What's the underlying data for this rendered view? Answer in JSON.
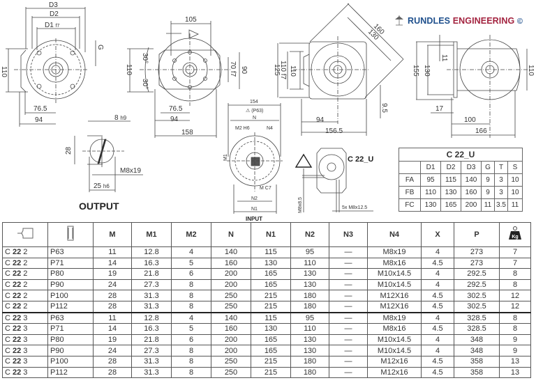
{
  "brand": {
    "icon": "carousel-icon",
    "name_part1": "RUNDLES",
    "name_part2": "ENGINEERING",
    "copyright": "©",
    "colors": {
      "blue": "#1e4f8c",
      "red": "#a3233f"
    }
  },
  "drawings": {
    "view1": {
      "labels": [
        "D3",
        "D2",
        "D1 f7",
        "G",
        "110",
        "76.5",
        "94"
      ]
    },
    "view2": {
      "labels": [
        "105",
        "30°",
        "30°",
        "110",
        "70 f7",
        "90",
        "76.5",
        "94",
        "158"
      ]
    },
    "view3": {
      "labels": [
        "160",
        "130",
        "125",
        "110 f7",
        "110",
        "9.5",
        "94",
        "156.5"
      ]
    },
    "view4": {
      "labels": [
        "11",
        "155",
        "130",
        "110",
        "17",
        "100",
        "166"
      ]
    },
    "output": {
      "title": "OUTPUT",
      "labels": [
        "8 h9",
        "28",
        "M8x19",
        "25 h6"
      ]
    },
    "input": {
      "title": "INPUT",
      "labels": [
        "154",
        "(P63)",
        "N",
        "M2 H6",
        "N4",
        "M1",
        "M C7",
        "N2",
        "N1"
      ]
    },
    "c22u_view": {
      "title": "C 22_U",
      "labels": [
        "M8x8.5",
        "5x M8x12.5"
      ],
      "warning_icon": "warning-triangle-icon"
    }
  },
  "flange_table": {
    "title": "C 22_U",
    "headers": [
      "",
      "D1",
      "D2",
      "D3",
      "G",
      "T",
      "S"
    ],
    "rows": [
      [
        "FA",
        "95",
        "115",
        "140",
        "9",
        "3",
        "10"
      ],
      [
        "FB",
        "110",
        "130",
        "160",
        "9",
        "3",
        "10"
      ],
      [
        "FC",
        "130",
        "165",
        "200",
        "11",
        "3.5",
        "11"
      ]
    ]
  },
  "main_table": {
    "header_icons": [
      "gearbox-icon",
      "flange-icon"
    ],
    "headers": [
      "M",
      "M1",
      "M2",
      "N",
      "N1",
      "N2",
      "N3",
      "N4",
      "X",
      "P"
    ],
    "weight_icon": "weight-kg-icon",
    "weight_label": "Kg",
    "rows": [
      {
        "code_prefix": "C ",
        "code_bold": "22",
        "code_suffix": " 2",
        "motor": "P63",
        "M": "11",
        "M1": "12.8",
        "M2": "4",
        "N": "140",
        "N1": "115",
        "N2": "95",
        "N3": "—",
        "N4": "M8x19",
        "X": "4",
        "P": "273",
        "kg": "7"
      },
      {
        "code_prefix": "C ",
        "code_bold": "22",
        "code_suffix": " 2",
        "motor": "P71",
        "M": "14",
        "M1": "16.3",
        "M2": "5",
        "N": "160",
        "N1": "130",
        "N2": "110",
        "N3": "—",
        "N4": "M8x16",
        "X": "4.5",
        "P": "273",
        "kg": "7"
      },
      {
        "code_prefix": "C ",
        "code_bold": "22",
        "code_suffix": " 2",
        "motor": "P80",
        "M": "19",
        "M1": "21.8",
        "M2": "6",
        "N": "200",
        "N1": "165",
        "N2": "130",
        "N3": "—",
        "N4": "M10x14.5",
        "X": "4",
        "P": "292.5",
        "kg": "8"
      },
      {
        "code_prefix": "C ",
        "code_bold": "22",
        "code_suffix": " 2",
        "motor": "P90",
        "M": "24",
        "M1": "27.3",
        "M2": "8",
        "N": "200",
        "N1": "165",
        "N2": "130",
        "N3": "—",
        "N4": "M10x14.5",
        "X": "4",
        "P": "292.5",
        "kg": "8"
      },
      {
        "code_prefix": "C ",
        "code_bold": "22",
        "code_suffix": " 2",
        "motor": "P100",
        "M": "28",
        "M1": "31.3",
        "M2": "8",
        "N": "250",
        "N1": "215",
        "N2": "180",
        "N3": "—",
        "N4": "M12X16",
        "X": "4.5",
        "P": "302.5",
        "kg": "12"
      },
      {
        "code_prefix": "C ",
        "code_bold": "22",
        "code_suffix": " 2",
        "motor": "P112",
        "M": "28",
        "M1": "31.3",
        "M2": "8",
        "N": "250",
        "N1": "215",
        "N2": "180",
        "N3": "—",
        "N4": "M12X16",
        "X": "4.5",
        "P": "302.5",
        "kg": "12"
      },
      {
        "code_prefix": "C ",
        "code_bold": "22",
        "code_suffix": " 3",
        "motor": "P63",
        "M": "11",
        "M1": "12.8",
        "M2": "4",
        "N": "140",
        "N1": "115",
        "N2": "95",
        "N3": "—",
        "N4": "M8x19",
        "X": "4",
        "P": "328.5",
        "kg": "8"
      },
      {
        "code_prefix": "C ",
        "code_bold": "22",
        "code_suffix": " 3",
        "motor": "P71",
        "M": "14",
        "M1": "16.3",
        "M2": "5",
        "N": "160",
        "N1": "130",
        "N2": "110",
        "N3": "—",
        "N4": "M8x16",
        "X": "4.5",
        "P": "328.5",
        "kg": "8"
      },
      {
        "code_prefix": "C ",
        "code_bold": "22",
        "code_suffix": " 3",
        "motor": "P80",
        "M": "19",
        "M1": "21.8",
        "M2": "6",
        "N": "200",
        "N1": "165",
        "N2": "130",
        "N3": "—",
        "N4": "M10x14.5",
        "X": "4",
        "P": "348",
        "kg": "9"
      },
      {
        "code_prefix": "C ",
        "code_bold": "22",
        "code_suffix": " 3",
        "motor": "P90",
        "M": "24",
        "M1": "27.3",
        "M2": "8",
        "N": "200",
        "N1": "165",
        "N2": "130",
        "N3": "—",
        "N4": "M10x14.5",
        "X": "4",
        "P": "348",
        "kg": "9"
      },
      {
        "code_prefix": "C ",
        "code_bold": "22",
        "code_suffix": " 3",
        "motor": "P100",
        "M": "28",
        "M1": "31.3",
        "M2": "8",
        "N": "250",
        "N1": "215",
        "N2": "180",
        "N3": "—",
        "N4": "M12x16",
        "X": "4.5",
        "P": "358",
        "kg": "13"
      },
      {
        "code_prefix": "C ",
        "code_bold": "22",
        "code_suffix": " 3",
        "motor": "P112",
        "M": "28",
        "M1": "31.3",
        "M2": "8",
        "N": "250",
        "N1": "215",
        "N2": "180",
        "N3": "—",
        "N4": "M12x16",
        "X": "4.5",
        "P": "358",
        "kg": "13"
      }
    ]
  }
}
